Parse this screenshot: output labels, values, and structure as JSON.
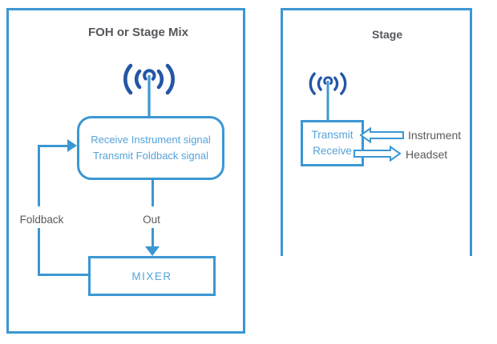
{
  "colors": {
    "line_blue": "#3b97d3",
    "box_text_blue": "#55a3da",
    "antenna_navy": "#2456a6",
    "title_gray": "#54575c",
    "label_gray": "#58595b",
    "background": "#ffffff"
  },
  "foh": {
    "title": "FOH or Stage Mix",
    "transceiver_line1": "Receive Instrument signal",
    "transceiver_line2": "Transmit Foldback signal",
    "foldback_label": "Foldback",
    "out_label": "Out",
    "mixer_label": "MIXER"
  },
  "stage": {
    "title": "Stage",
    "transceiver_line1": "Transmit",
    "transceiver_line2": "Receive",
    "instrument_label": "Instrument",
    "headset_label": "Headset"
  },
  "icons": {
    "foh_antenna": "wireless-signal-antenna",
    "stage_antenna": "wireless-signal-antenna",
    "instrument_arrow": "block-arrow-left",
    "headset_arrow": "block-arrow-right"
  }
}
